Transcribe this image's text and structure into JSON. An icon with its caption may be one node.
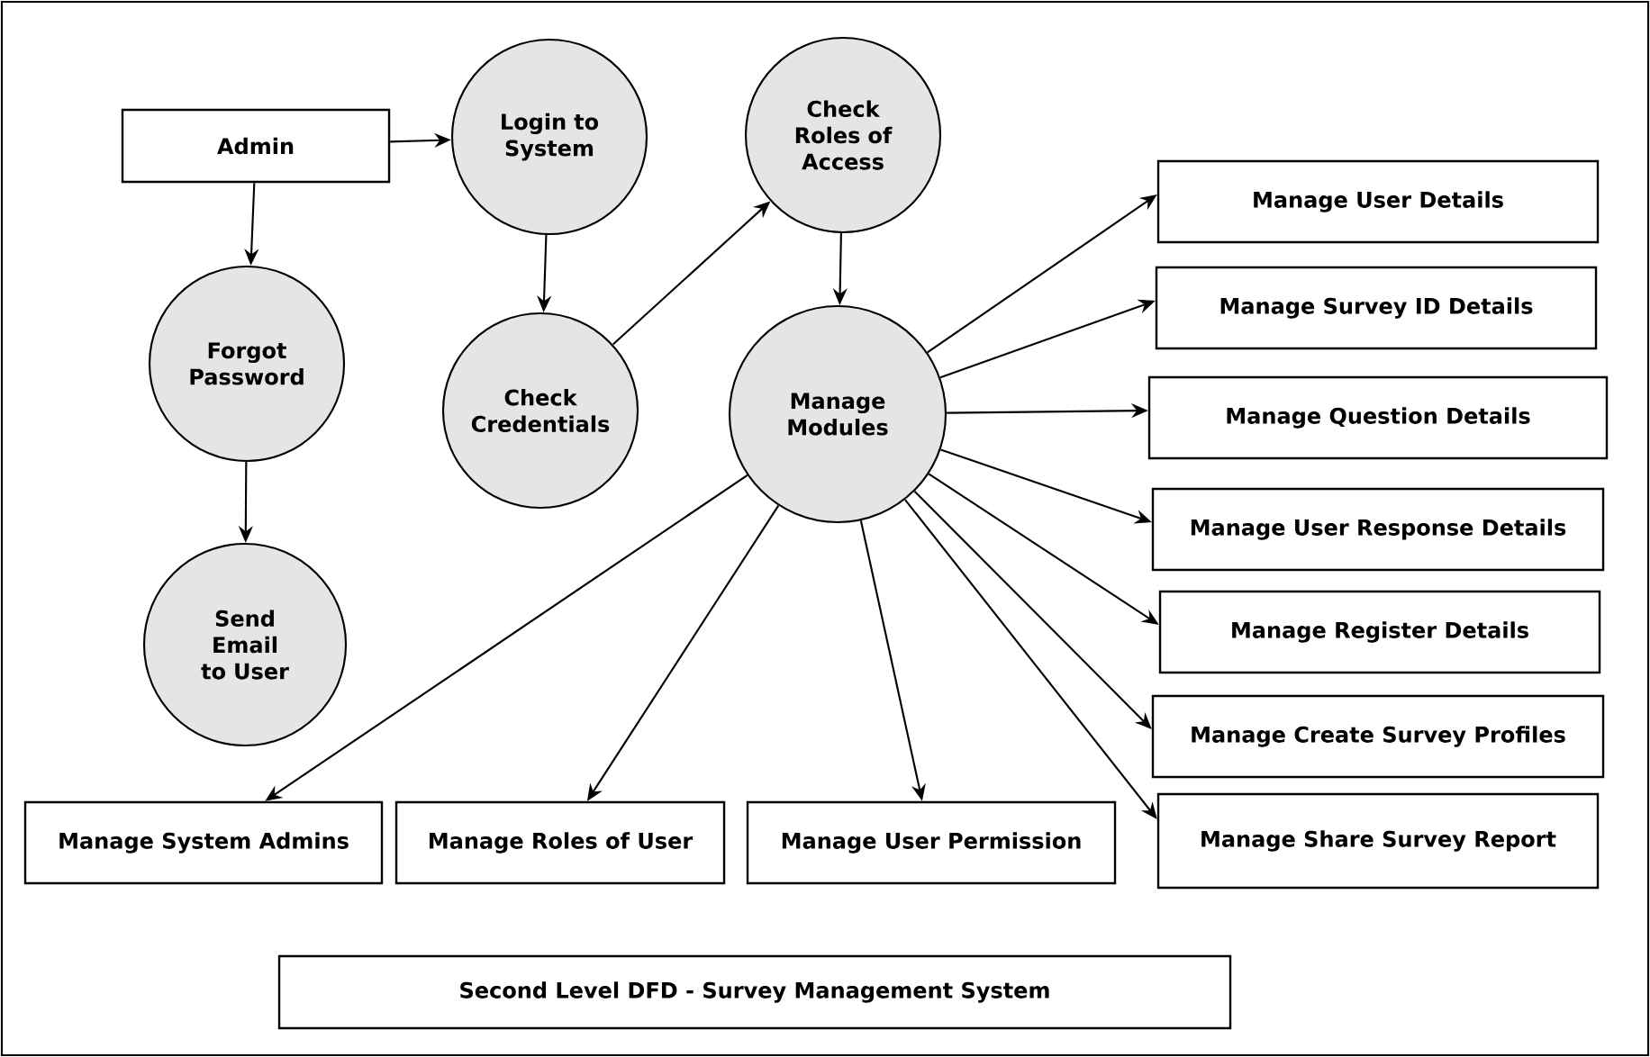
{
  "diagram": {
    "nodes": [
      {
        "text": [
          "Admin"
        ]
      },
      {
        "text": [
          "Login to System"
        ]
      },
      {
        "text": [
          "Check Roles of Access"
        ]
      },
      {
        "text": [
          "Forgot Password"
        ]
      },
      {
        "text": [
          "Check Credentials"
        ]
      },
      {
        "text": [
          "Manage Modules"
        ]
      },
      {
        "text": [
          "Send Email to User"
        ]
      },
      {
        "text": [
          "Manage User Details"
        ]
      },
      {
        "text": [
          "Manage Survey ID Details"
        ]
      },
      {
        "text": [
          "Manage Question Details"
        ]
      },
      {
        "text": [
          "Manage User Response Details"
        ]
      },
      {
        "text": [
          "Manage Register Details"
        ]
      },
      {
        "text": [
          "Manage Create Survey Profiles"
        ]
      },
      {
        "text": [
          "Manage Share Survey Report"
        ]
      },
      {
        "text": [
          "Manage System Admins"
        ]
      },
      {
        "text": [
          "Manage Roles of User"
        ]
      },
      {
        "text": [
          "Manage User Permission"
        ]
      },
      {
        "text": [
          "Second Level DFD - Survey Management System"
        ]
      }
    ],
    "edges": [
      {
        "from": 0,
        "to": 1,
        "arrow": "to"
      },
      {
        "from": 0,
        "to": 3,
        "arrow": "to"
      },
      {
        "from": 3,
        "to": 6,
        "arrow": "to"
      },
      {
        "from": 1,
        "to": 4,
        "arrow": "to"
      },
      {
        "from": 4,
        "to": 2,
        "arrow": "to"
      },
      {
        "from": 2,
        "to": 5,
        "arrow": "to"
      },
      {
        "from": 5,
        "to": 7,
        "arrow": "to"
      },
      {
        "from": 5,
        "to": 8,
        "arrow": "to"
      },
      {
        "from": 5,
        "to": 9,
        "arrow": "to"
      },
      {
        "from": 5,
        "to": 10,
        "arrow": "to"
      },
      {
        "from": 5,
        "to": 11,
        "arrow": "to"
      },
      {
        "from": 5,
        "to": 12,
        "arrow": "to"
      },
      {
        "from": 5,
        "to": 13,
        "arrow": "to"
      },
      {
        "from": 5,
        "to": 14,
        "arrow": "to"
      },
      {
        "from": 5,
        "to": 15,
        "arrow": "to"
      },
      {
        "from": 5,
        "to": 16,
        "arrow": "to"
      }
    ]
  }
}
